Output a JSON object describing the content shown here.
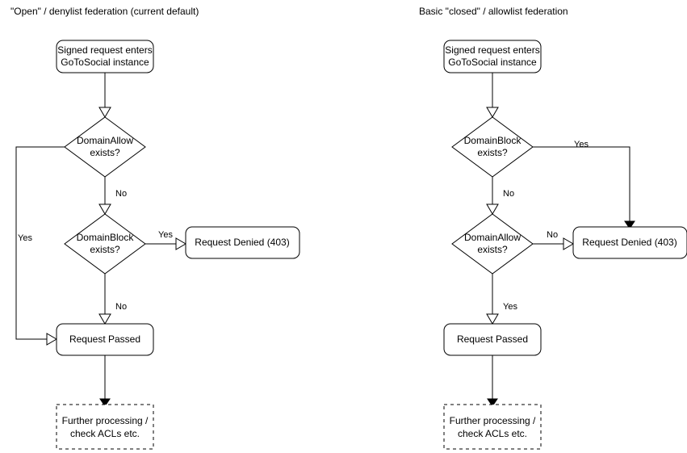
{
  "diagram": {
    "background_color": "#ffffff",
    "line_color": "#000000",
    "text_color": "#000000",
    "panels": [
      {
        "id": "open-federation",
        "title": "\"Open\" / denylist federation (current default)",
        "nodes": {
          "entry": {
            "line1": "Signed request enters",
            "line2": "GoToSocial instance"
          },
          "decision_1": {
            "line1": "DomainAllow",
            "line2": "exists?"
          },
          "decision_2": {
            "line1": "DomainBlock",
            "line2": "exists?"
          },
          "denied": {
            "label": "Request Denied (403)"
          },
          "passed": {
            "label": "Request Passed"
          },
          "further": {
            "line1": "Further processing /",
            "line2": "check ACLs etc."
          }
        },
        "edge_labels": {
          "allow_yes": "Yes",
          "allow_no": "No",
          "block_yes": "Yes",
          "block_no": "No"
        }
      },
      {
        "id": "closed-federation",
        "title": "Basic \"closed\" / allowlist federation",
        "nodes": {
          "entry": {
            "line1": "Signed request enters",
            "line2": "GoToSocial instance"
          },
          "decision_1": {
            "line1": "DomainBlock",
            "line2": "exists?"
          },
          "decision_2": {
            "line1": "DomainAllow",
            "line2": "exists?"
          },
          "denied": {
            "label": "Request Denied (403)"
          },
          "passed": {
            "label": "Request Passed"
          },
          "further": {
            "line1": "Further processing /",
            "line2": "check ACLs etc."
          }
        },
        "edge_labels": {
          "block_yes": "Yes",
          "block_no": "No",
          "allow_no": "No",
          "allow_yes": "Yes"
        }
      }
    ]
  }
}
